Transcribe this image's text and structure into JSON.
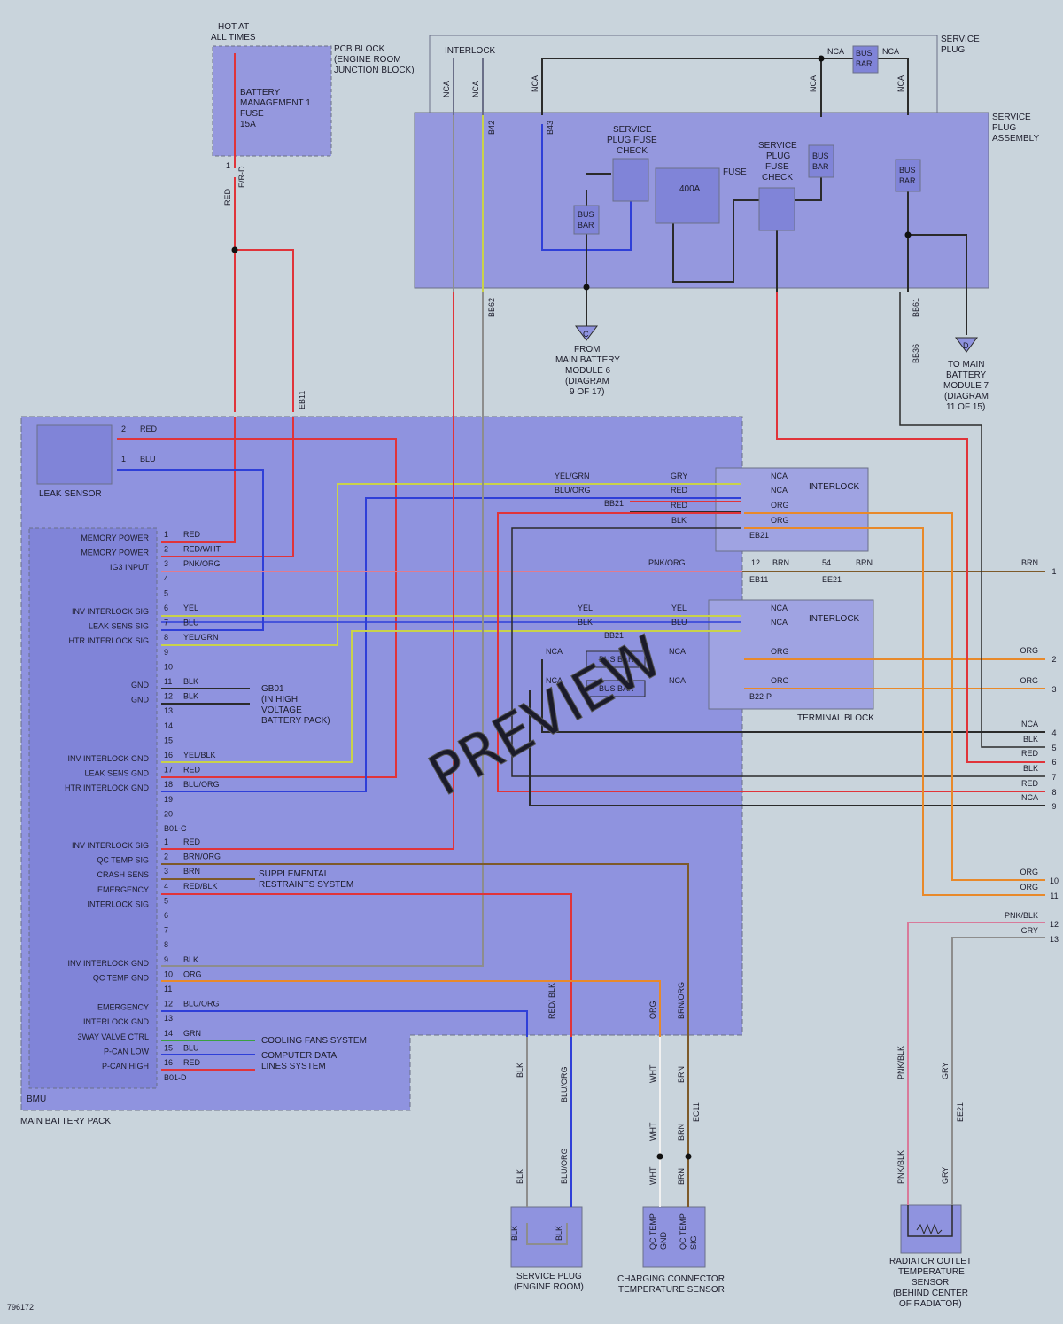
{
  "diagram_id": "796172",
  "watermark": "PREVIEW",
  "colors": {
    "background": "#c9d4dc",
    "box_fill": "#8f93df",
    "box_fill_light": "#a6aae6",
    "box_stroke": "#6a6f88",
    "wire_red": "#e0343a",
    "wire_blu": "#2f3fd8",
    "wire_blk": "#2b2b2b",
    "wire_yel": "#c9d24a",
    "wire_org": "#e8892a",
    "wire_brn": "#7d5a2a",
    "wire_gry": "#8d8d8d",
    "wire_grn": "#3aa040",
    "wire_pnk": "#d87a9a",
    "wire_wht": "#f1f1f1"
  },
  "fuse_block": {
    "hot_at": "HOT AT",
    "all_times": "ALL TIMES",
    "name": [
      "PCB BLOCK",
      "(ENGINE ROOM",
      "JUNCTION BLOCK)"
    ],
    "fuse": [
      "BATTERY",
      "MANAGEMENT 1",
      "FUSE",
      "15A"
    ],
    "pin": "1",
    "color": "E/R-D",
    "wire": "RED"
  },
  "service_plug": {
    "title": [
      "SERVICE",
      "PLUG"
    ],
    "interlock": "INTERLOCK",
    "assembly": [
      "SERVICE",
      "PLUG",
      "ASSEMBLY"
    ],
    "fuse_check": [
      "SERVICE",
      "PLUG FUSE",
      "CHECK"
    ],
    "fuse_check2": [
      "SERVICE",
      "PLUG",
      "FUSE",
      "CHECK"
    ],
    "fuse_label": "FUSE",
    "fuse_rating": "400A",
    "bus_bar": [
      "BUS",
      "BAR"
    ],
    "nca": "NCA",
    "connectors": {
      "b42": "B42",
      "b43": "B43",
      "bb62": "BB62",
      "bb61": "BB61",
      "bb36": "BB36",
      "eb11": "EB11"
    },
    "from_module": [
      "FROM",
      "MAIN BATTERY",
      "MODULE 6",
      "(DIAGRAM",
      "9 OF 17)"
    ],
    "to_module": [
      "TO MAIN",
      "BATTERY",
      "MODULE 7",
      "(DIAGRAM",
      "11 OF 15)"
    ],
    "ground_c": "C",
    "ground_d": "D"
  },
  "leak_sensor": {
    "label": "LEAK SENSOR",
    "pin2": "2",
    "pin1": "1",
    "w2": "RED",
    "w1": "BLU"
  },
  "bmu": {
    "label": "BMU",
    "pack_label": "MAIN BATTERY PACK",
    "connector_c": "B01-C",
    "connector_d": "B01-D",
    "pins_c": [
      {
        "n": "1",
        "name": "MEMORY POWER",
        "wire": "RED"
      },
      {
        "n": "2",
        "name": "MEMORY POWER",
        "wire": "RED/WHT"
      },
      {
        "n": "3",
        "name": "IG3 INPUT",
        "wire": "PNK/ORG"
      },
      {
        "n": "4",
        "name": "",
        "wire": ""
      },
      {
        "n": "5",
        "name": "",
        "wire": ""
      },
      {
        "n": "6",
        "name": "INV INTERLOCK SIG",
        "wire": "YEL"
      },
      {
        "n": "7",
        "name": "LEAK SENS SIG",
        "wire": "BLU"
      },
      {
        "n": "8",
        "name": "HTR INTERLOCK SIG",
        "wire": "YEL/GRN"
      },
      {
        "n": "9",
        "name": "",
        "wire": ""
      },
      {
        "n": "10",
        "name": "",
        "wire": ""
      },
      {
        "n": "11",
        "name": "GND",
        "wire": "BLK"
      },
      {
        "n": "12",
        "name": "GND",
        "wire": "BLK"
      },
      {
        "n": "13",
        "name": "",
        "wire": ""
      },
      {
        "n": "14",
        "name": "",
        "wire": ""
      },
      {
        "n": "15",
        "name": "",
        "wire": ""
      },
      {
        "n": "16",
        "name": "INV INTERLOCK GND",
        "wire": "YEL/BLK"
      },
      {
        "n": "17",
        "name": "LEAK SENS GND",
        "wire": "RED"
      },
      {
        "n": "18",
        "name": "HTR INTERLOCK GND",
        "wire": "BLU/ORG"
      },
      {
        "n": "19",
        "name": "",
        "wire": ""
      },
      {
        "n": "20",
        "name": "",
        "wire": ""
      }
    ],
    "pins_d": [
      {
        "n": "1",
        "name": "INV INTERLOCK SIG",
        "wire": "RED"
      },
      {
        "n": "2",
        "name": "QC TEMP SIG",
        "wire": "BRN/ORG"
      },
      {
        "n": "3",
        "name": "CRASH SENS",
        "wire": "BRN"
      },
      {
        "n": "4",
        "name": "EMERGENCY",
        "wire": "RED/BLK"
      },
      {
        "n": "5",
        "name": "INTERLOCK SIG",
        "wire": ""
      },
      {
        "n": "6",
        "name": "",
        "wire": ""
      },
      {
        "n": "7",
        "name": "",
        "wire": ""
      },
      {
        "n": "8",
        "name": "",
        "wire": ""
      },
      {
        "n": "9",
        "name": "INV INTERLOCK GND",
        "wire": "BLK"
      },
      {
        "n": "10",
        "name": "QC TEMP GND",
        "wire": "ORG"
      },
      {
        "n": "11",
        "name": "",
        "wire": ""
      },
      {
        "n": "12",
        "name": "EMERGENCY",
        "wire": "BLU/ORG"
      },
      {
        "n": "13",
        "name": "INTERLOCK GND",
        "wire": ""
      },
      {
        "n": "14",
        "name": "3WAY VALVE CTRL",
        "wire": "GRN"
      },
      {
        "n": "15",
        "name": "P-CAN LOW",
        "wire": "BLU"
      },
      {
        "n": "16",
        "name": "P-CAN HIGH",
        "wire": "RED"
      }
    ],
    "gnd": {
      "name": "GB01",
      "note": [
        "(IN HIGH",
        "VOLTAGE",
        "BATTERY PACK)"
      ]
    },
    "srs": [
      "SUPPLEMENTAL",
      "RESTRAINTS SYSTEM"
    ],
    "cooling": "COOLING FANS SYSTEM",
    "cdl": [
      "COMPUTER DATA",
      "LINES SYSTEM"
    ]
  },
  "terminal_block": {
    "label": "TERMINAL BLOCK",
    "interlock": "INTERLOCK",
    "eb21": "EB21",
    "bb21": "BB21",
    "b22p": "B22-P",
    "eb11": "EB11",
    "ee21": "EE21",
    "bus_bar": "BUS BAR",
    "nca": "NCA",
    "wires_left": [
      "YEL/GRN",
      "BLU/ORG",
      "PNK/ORG",
      "YEL",
      "BLK"
    ],
    "wires_mid": [
      "GRY",
      "RED",
      "RED",
      "BLK",
      "YEL",
      "BLU"
    ],
    "brn": "BRN",
    "org": "ORG",
    "pin12": "12",
    "pin54": "54"
  },
  "right_edge": [
    {
      "n": "1",
      "wire": "BRN"
    },
    {
      "n": "2",
      "wire": "ORG"
    },
    {
      "n": "3",
      "wire": "ORG"
    },
    {
      "n": "4",
      "wire": "NCA"
    },
    {
      "n": "5",
      "wire": "BLK"
    },
    {
      "n": "6",
      "wire": "RED"
    },
    {
      "n": "7",
      "wire": "BLK"
    },
    {
      "n": "8",
      "wire": "RED"
    },
    {
      "n": "9",
      "wire": "NCA"
    },
    {
      "n": "10",
      "wire": "ORG"
    },
    {
      "n": "11",
      "wire": "ORG"
    },
    {
      "n": "12",
      "wire": "PNK/BLK"
    },
    {
      "n": "13",
      "wire": "GRY"
    }
  ],
  "bottom": {
    "service_plug_er": [
      "SERVICE PLUG",
      "(ENGINE ROOM)"
    ],
    "charging": [
      "CHARGING CONNECTOR",
      "TEMPERATURE SENSOR"
    ],
    "qc_temp_gnd": [
      "QC TEMP",
      "GND"
    ],
    "qc_temp_sig": [
      "QC TEMP",
      "SIG"
    ],
    "radiator": [
      "RADIATOR OUTLET",
      "TEMPERATURE",
      "SENSOR",
      "(BEHIND CENTER",
      "OF RADIATOR)"
    ],
    "ec11": "EC11",
    "ee21": "EE21",
    "blk": "BLK",
    "blu_org": "BLU/ORG",
    "red_blk": "RED/ BLK",
    "org": "ORG",
    "brn_org": "BRN/ORG",
    "wht": "WHT",
    "brn": "BRN",
    "pnk_blk": "PNK/BLK",
    "gry": "GRY"
  }
}
